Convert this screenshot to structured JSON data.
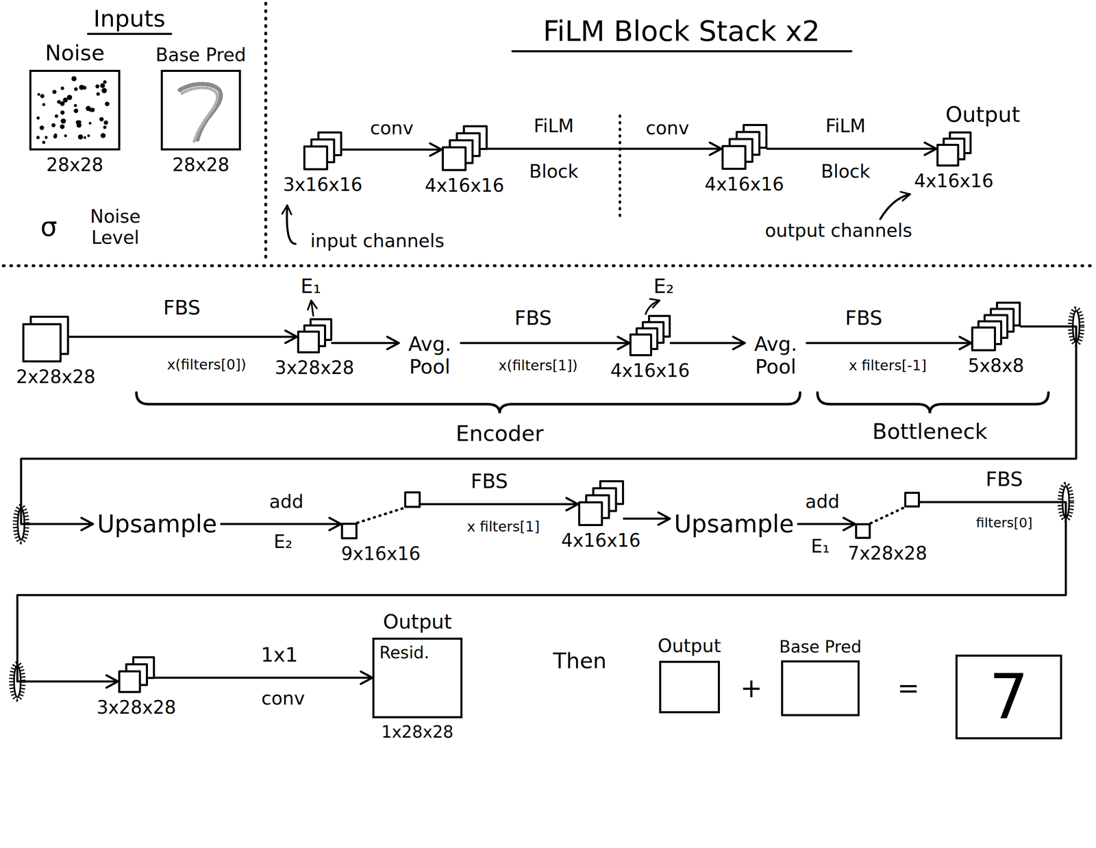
{
  "diagram": {
    "nodes": [
      {
        "text": [
          "Noise",
          "28x28"
        ]
      },
      {
        "text": [
          "Base Pred",
          "28x28"
        ]
      },
      {
        "text": [
          "3x16x16"
        ]
      },
      {
        "text": [
          "4x16x16"
        ]
      },
      {
        "text": [
          "4x16x16"
        ]
      },
      {
        "text": [
          "Output",
          "4x16x16"
        ]
      },
      {
        "text": [
          "2x28x28"
        ]
      },
      {
        "text": [
          "3x28x28"
        ]
      },
      {
        "text": [
          "Avg. Pool"
        ]
      },
      {
        "text": [
          "4x16x16"
        ]
      },
      {
        "text": [
          "Avg. Pool"
        ]
      },
      {
        "text": [
          "5x8x8"
        ]
      },
      {
        "text": [
          "Upsample"
        ]
      },
      {
        "text": [
          "9x16x16"
        ]
      },
      {
        "text": [
          "4x16x16"
        ]
      },
      {
        "text": [
          "Upsample"
        ]
      },
      {
        "text": [
          "7x28x28"
        ]
      },
      {
        "text": [
          "3x28x28"
        ]
      },
      {
        "text": [
          "Output",
          "Resid.",
          "1x28x28"
        ]
      },
      {
        "text": [
          "Output"
        ]
      },
      {
        "text": [
          "Base Pred"
        ]
      },
      {
        "text": [
          "7"
        ]
      }
    ],
    "edges": [
      {
        "from": 2,
        "to": 3,
        "label": "conv",
        "arrow": "to"
      },
      {
        "from": 3,
        "to": 4,
        "label": "FiLM Block",
        "arrow": "to"
      },
      {
        "from": 4,
        "to": 5,
        "label": "FiLM Block",
        "arrow": "to"
      },
      {
        "from": 6,
        "to": 7,
        "label": "FBS",
        "arrow": "to"
      },
      {
        "from": 7,
        "to": 8,
        "arrow": "to"
      },
      {
        "from": 8,
        "to": 9,
        "label": "FBS",
        "arrow": "to"
      },
      {
        "from": 9,
        "to": 10,
        "arrow": "to"
      },
      {
        "from": 10,
        "to": 11,
        "label": "FBS",
        "arrow": "to"
      },
      {
        "from": 11,
        "to": 12,
        "arrow": "to"
      },
      {
        "from": 12,
        "to": 13,
        "label": "add",
        "arrow": "to"
      },
      {
        "from": 13,
        "to": 14,
        "label": "FBS",
        "arrow": "to"
      },
      {
        "from": 14,
        "to": 15,
        "arrow": "to"
      },
      {
        "from": 15,
        "to": 16,
        "label": "add",
        "arrow": "to"
      },
      {
        "from": 16,
        "to": 17,
        "label": "FBS",
        "arrow": "to"
      },
      {
        "from": 17,
        "to": 18,
        "label": "1x1",
        "arrow": "to"
      }
    ],
    "labels": [
      "Inputs",
      "σ",
      "Noise Level",
      "FiLM Block Stack x2",
      "conv",
      "input channels",
      "output channels",
      "E₁",
      "E₂",
      "x(filters[0])",
      "x(filters[1])",
      "x filters[-1]",
      "Encoder",
      "Bottleneck",
      "E₂",
      "x filters[1]",
      "E₁",
      "filters[0]",
      "conv",
      "Then",
      "+",
      "="
    ]
  }
}
